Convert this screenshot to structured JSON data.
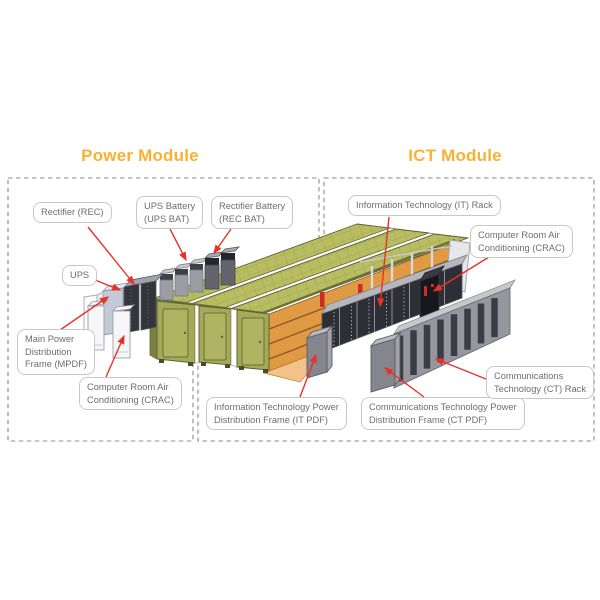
{
  "titles": {
    "power": "Power Module",
    "ict": "ICT Module"
  },
  "callouts": {
    "rectifier": "Rectifier (REC)",
    "ups_battery": "UPS Battery\n(UPS BAT)",
    "rectifier_battery": "Rectifier Battery\n(REC BAT)",
    "ups": "UPS",
    "mpdf": "Main Power\nDistribution\nFrame (MPDF)",
    "crac_left": "Computer Room Air\nConditioning (CRAC)",
    "it_pdf": "Information Technology Power\nDistribution Frame (IT PDF)",
    "ct_pdf": "Communications Technology Power\nDistribution Frame (CT PDF)",
    "it_rack": "Information Technology (IT) Rack",
    "crac_right": "Computer Room Air\nConditioning (CRAC)",
    "ct_rack": "Communications\nTechnology (CT) Rack"
  },
  "colors": {
    "title": "#F8B133",
    "leader_line": "#E6332A",
    "callout_border": "#C7C8CA",
    "callout_text": "#6D6E71",
    "dashed_border": "#8C8C8C",
    "roof_olive": "#B9BD62",
    "container_olive": "#A5AA58",
    "interior_orange": "#E09A44",
    "rack_dark": "#2E2F36",
    "cabinet_gray": "#96979E",
    "crac_white": "#F6F6F8"
  }
}
